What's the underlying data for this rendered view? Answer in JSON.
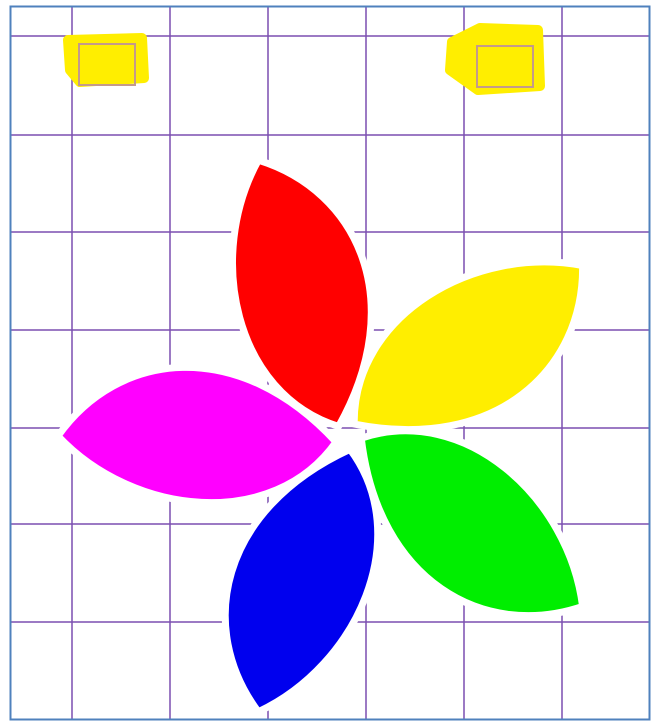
{
  "colors": {
    "background": "#ffffff",
    "grid_line": "#7b4fb0",
    "frame": "#4f81bd",
    "highlight": "#ffee00",
    "box_outline": "#c49a8a",
    "gap": "#ffffff"
  },
  "grid": {
    "visible": true,
    "columns": 7,
    "rows": 8
  },
  "markers": [
    {
      "name": "top-left-highlight",
      "shape": "highlighted-rectangle",
      "color": "#ffee00"
    },
    {
      "name": "top-right-highlight",
      "shape": "highlighted-rectangle",
      "color": "#ffee00"
    }
  ],
  "flower": {
    "petal_count": 5,
    "petals": [
      {
        "name": "red",
        "color": "#ff0000"
      },
      {
        "name": "yellow",
        "color": "#ffee00"
      },
      {
        "name": "green",
        "color": "#00ee00"
      },
      {
        "name": "blue",
        "color": "#0000ee"
      },
      {
        "name": "magenta",
        "color": "#ff00ff"
      }
    ]
  }
}
